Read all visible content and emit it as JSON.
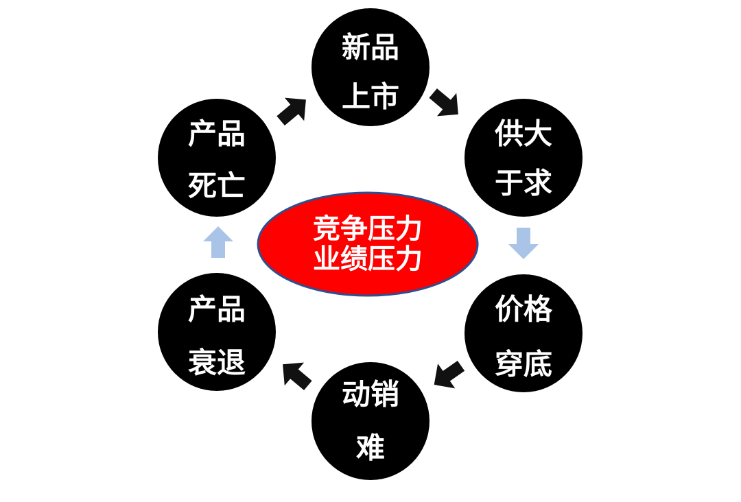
{
  "center": {
    "line1": "竞争压力",
    "line2": "业绩压力",
    "fill_color": "#ff0000",
    "stroke_color": "#2e4f8f"
  },
  "nodes": [
    {
      "id": "new-product-launch",
      "line1": "新品",
      "line2": "上市"
    },
    {
      "id": "oversupply",
      "line1": "供大",
      "line2": "于求"
    },
    {
      "id": "price-collapse",
      "line1": "价格",
      "line2": "穿底"
    },
    {
      "id": "slow-sales",
      "line1": "动销",
      "line2": "难"
    },
    {
      "id": "product-decline",
      "line1": "产品",
      "line2": "衰退"
    },
    {
      "id": "product-death",
      "line1": "产品",
      "line2": "死亡"
    }
  ],
  "colors": {
    "node_fill": "#000000",
    "node_text": "#ffffff",
    "arrow_dark": "#111111",
    "arrow_light": "#a9c4e6"
  },
  "arrows": [
    {
      "from": "new-product-launch",
      "to": "oversupply",
      "style": "dark"
    },
    {
      "from": "oversupply",
      "to": "price-collapse",
      "style": "light"
    },
    {
      "from": "price-collapse",
      "to": "slow-sales",
      "style": "dark"
    },
    {
      "from": "slow-sales",
      "to": "product-decline",
      "style": "dark"
    },
    {
      "from": "product-decline",
      "to": "product-death",
      "style": "light"
    },
    {
      "from": "product-death",
      "to": "new-product-launch",
      "style": "dark"
    }
  ]
}
